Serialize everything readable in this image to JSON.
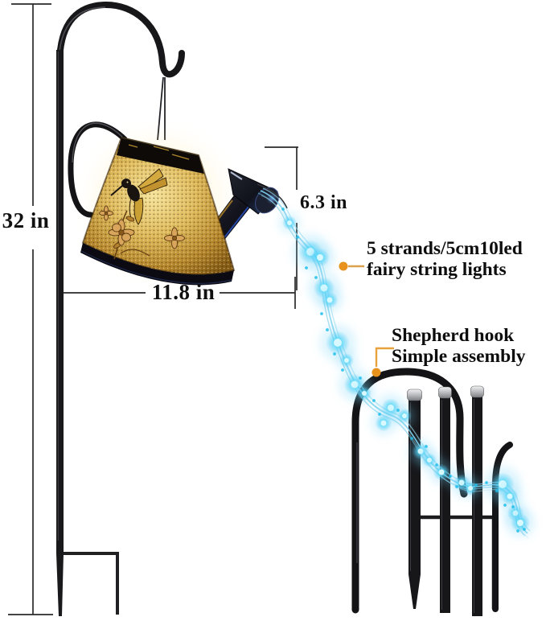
{
  "labels": {
    "height": "32 in",
    "spout_drop": "6.3 in",
    "width": "11.8 in"
  },
  "callouts": {
    "lights": {
      "line1": "5 strands/5cm10led",
      "line2": "fairy string lights"
    },
    "hook": {
      "line1": "Shepherd hook",
      "line2": "Simple assembly"
    }
  },
  "colors": {
    "accent_orange": "#E8921E",
    "connector_tan": "#DAA24E",
    "led_cyan": "#35D3F5",
    "led_core": "#D9F9FF",
    "can_gold": "#DDB95B",
    "metal_black": "#17171A",
    "dimension_line": "#2A2A2A",
    "background": "#FFFFFF"
  }
}
